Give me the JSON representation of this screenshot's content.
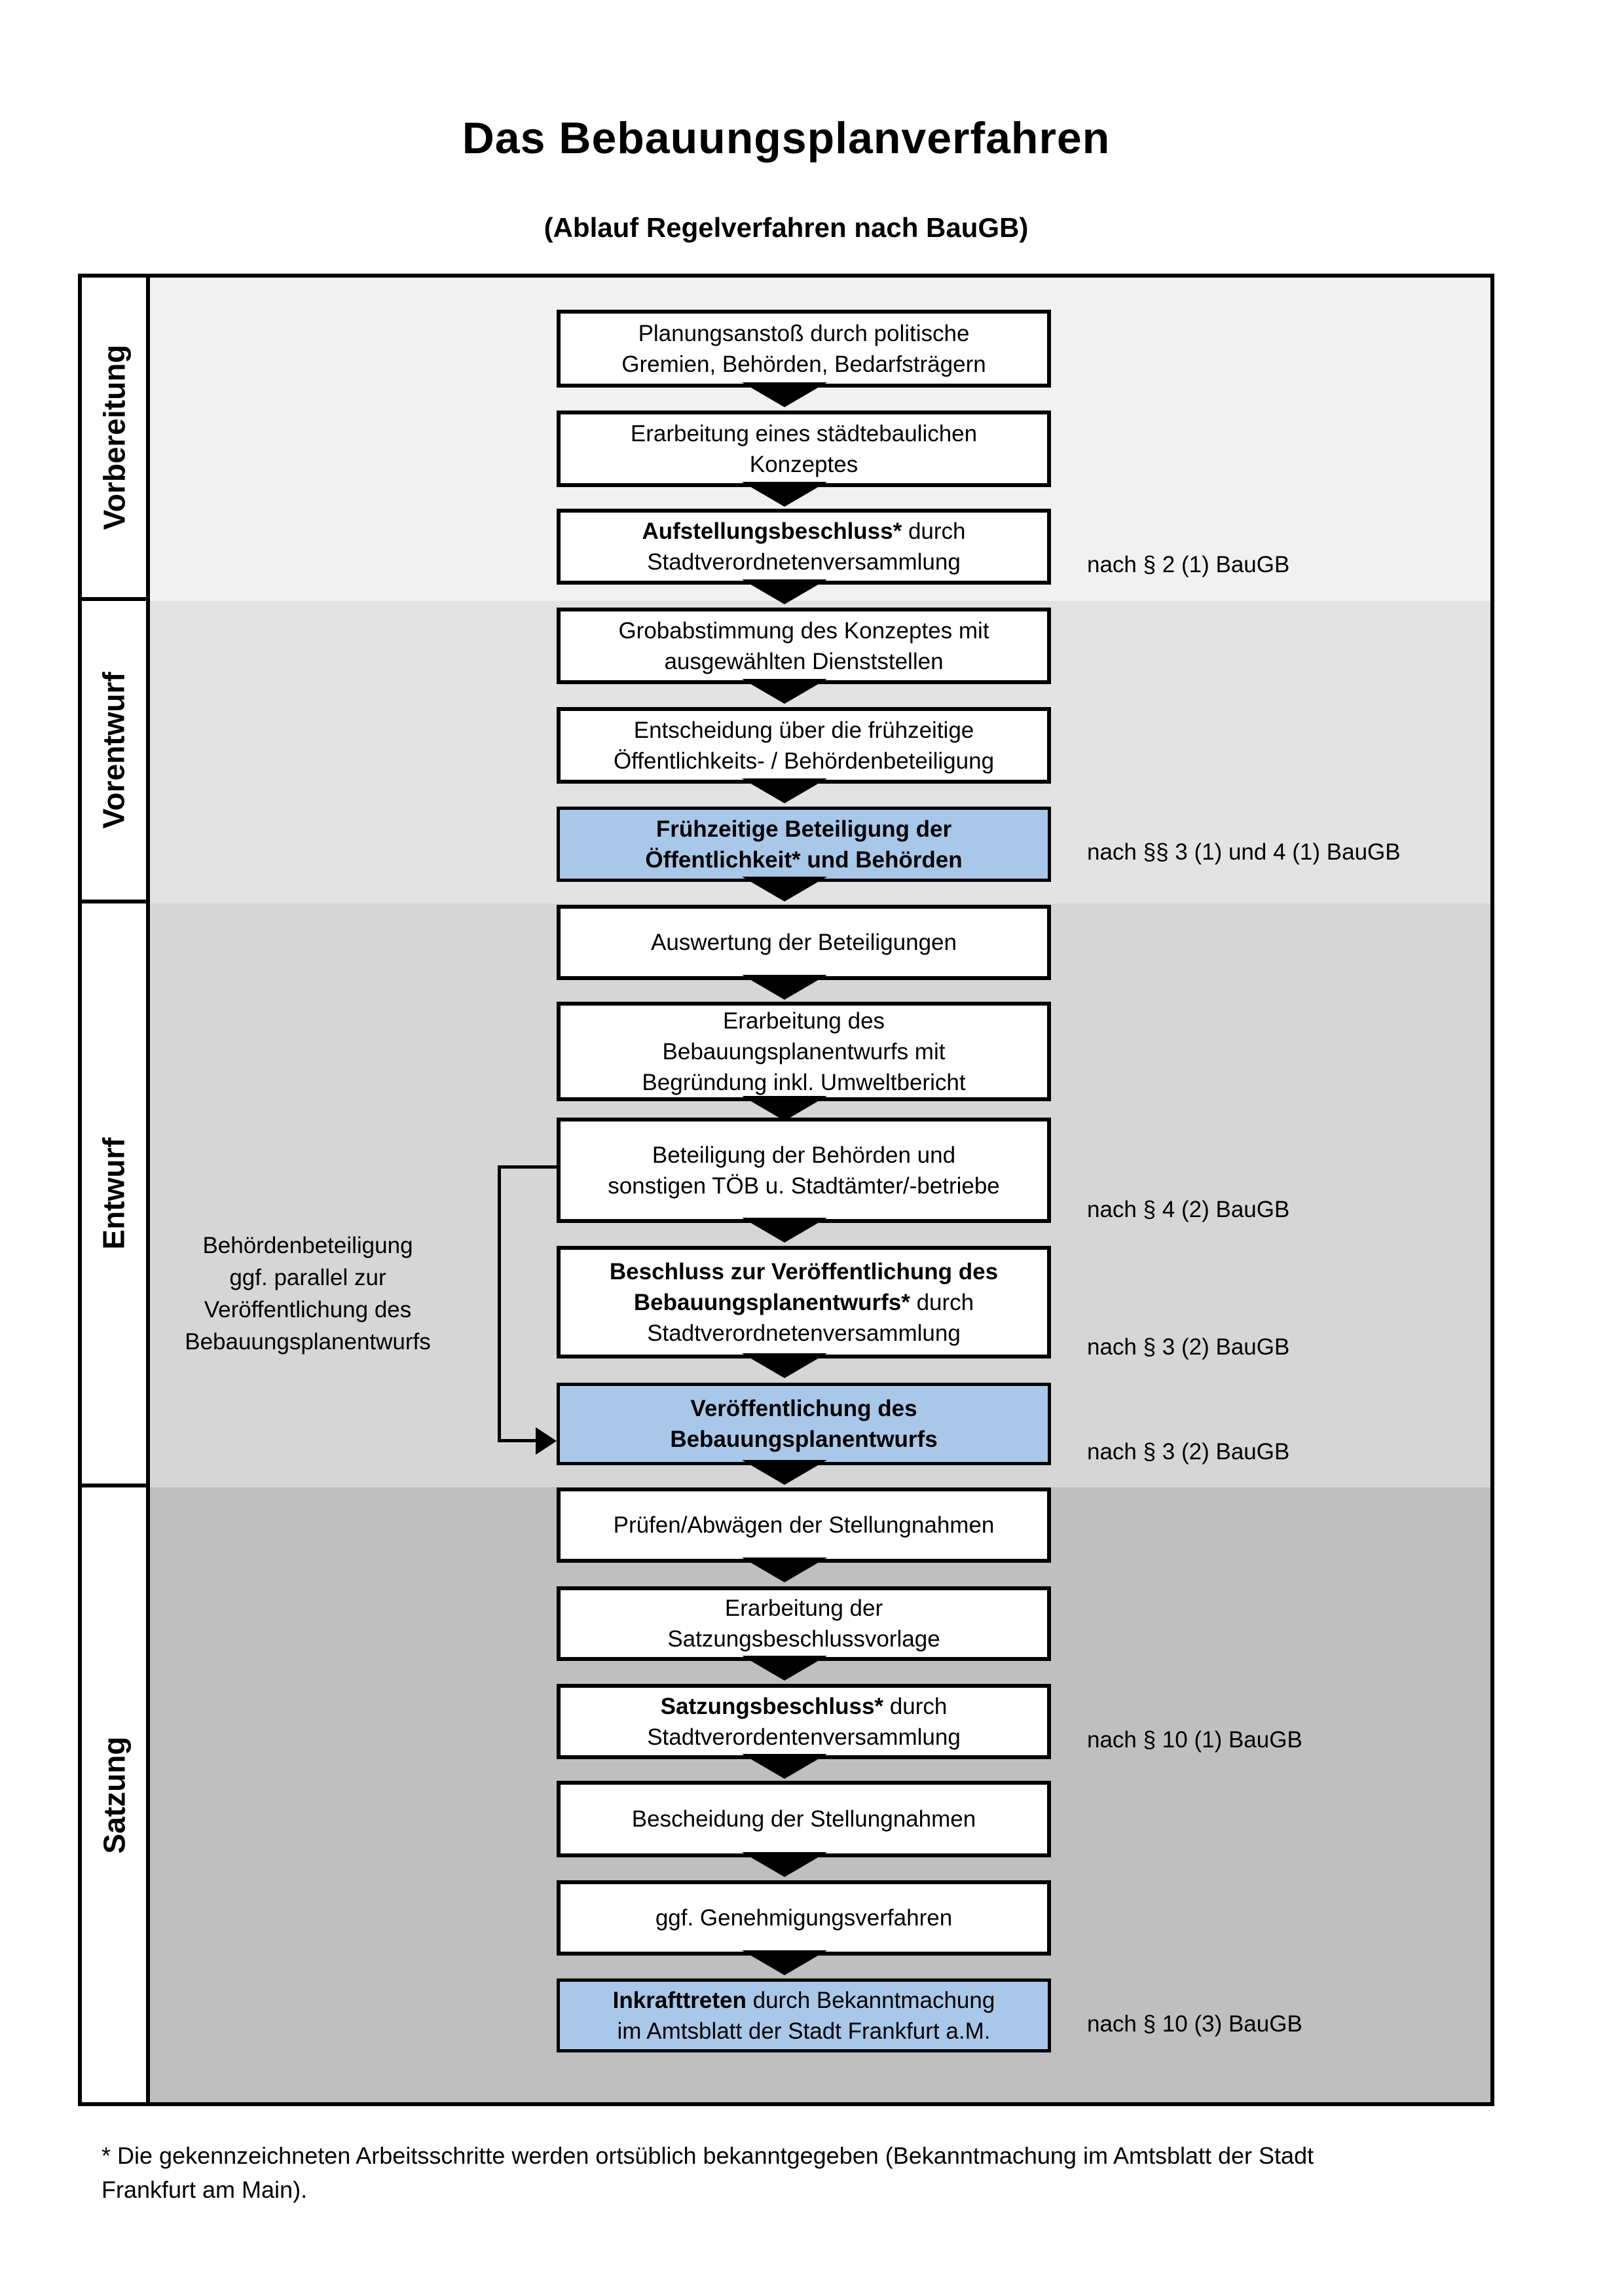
{
  "header": {
    "title": "Das Bebauungsplanverfahren",
    "subtitle": "(Ablauf Regelverfahren nach BauGB)"
  },
  "sections": [
    {
      "label": "Vorbereitung"
    },
    {
      "label": "Vorentwurf"
    },
    {
      "label": "Entwurf"
    },
    {
      "label": "Satzung"
    }
  ],
  "boxes": [
    {
      "section": "Vorbereitung",
      "highlighted": false,
      "lines": [
        {
          "b": "",
          "r": "Planungsanstoß durch politische"
        },
        {
          "b": "",
          "r": "Gremien, Behörden, Bedarfsträgern"
        }
      ]
    },
    {
      "section": "Vorbereitung",
      "highlighted": false,
      "lines": [
        {
          "b": "",
          "r": "Erarbeitung eines städtebaulichen"
        },
        {
          "b": "",
          "r": "Konzeptes"
        }
      ]
    },
    {
      "section": "Vorbereitung",
      "highlighted": false,
      "lines": [
        {
          "b": "Aufstellungsbeschluss*",
          "r": " durch"
        },
        {
          "b": "",
          "r": "Stadtverordnetenversammlung"
        }
      ]
    },
    {
      "section": "Vorentwurf",
      "highlighted": false,
      "lines": [
        {
          "b": "",
          "r": "Grobabstimmung des Konzeptes mit"
        },
        {
          "b": "",
          "r": "ausgewählten Dienststellen"
        }
      ]
    },
    {
      "section": "Vorentwurf",
      "highlighted": false,
      "lines": [
        {
          "b": "",
          "r": "Entscheidung über die frühzeitige"
        },
        {
          "b": "",
          "r": "Öffentlichkeits- / Behördenbeteiligung"
        }
      ]
    },
    {
      "section": "Vorentwurf",
      "highlighted": true,
      "lines": [
        {
          "b": "Frühzeitige Beteiligung der",
          "r": ""
        },
        {
          "b": "Öffentlichkeit* und Behörden",
          "r": ""
        }
      ]
    },
    {
      "section": "Entwurf",
      "highlighted": false,
      "lines": [
        {
          "b": "",
          "r": "Auswertung der Beteiligungen"
        }
      ]
    },
    {
      "section": "Entwurf",
      "highlighted": false,
      "lines": [
        {
          "b": "",
          "r": "Erarbeitung des"
        },
        {
          "b": "",
          "r": "Bebauungsplanentwurfs mit"
        },
        {
          "b": "",
          "r": "Begründung inkl. Umweltbericht"
        }
      ]
    },
    {
      "section": "Entwurf",
      "highlighted": false,
      "lines": [
        {
          "b": "",
          "r": "Beteiligung der Behörden und"
        },
        {
          "b": "",
          "r": "sonstigen TÖB u. Stadtämter/-betriebe"
        }
      ]
    },
    {
      "section": "Entwurf",
      "highlighted": false,
      "lines": [
        {
          "b": "Beschluss zur Veröffentlichung des",
          "r": ""
        },
        {
          "b": "Bebauungsplanentwurfs*",
          "r": " durch"
        },
        {
          "b": "",
          "r": "Stadtverordnetenversammlung"
        }
      ]
    },
    {
      "section": "Entwurf",
      "highlighted": true,
      "lines": [
        {
          "b": "Veröffentlichung des",
          "r": ""
        },
        {
          "b": "Bebauungsplanentwurfs",
          "r": ""
        }
      ]
    },
    {
      "section": "Satzung",
      "highlighted": false,
      "lines": [
        {
          "b": "",
          "r": "Prüfen/Abwägen der Stellungnahmen"
        }
      ]
    },
    {
      "section": "Satzung",
      "highlighted": false,
      "lines": [
        {
          "b": "",
          "r": "Erarbeitung der"
        },
        {
          "b": "",
          "r": "Satzungsbeschlussvorlage"
        }
      ]
    },
    {
      "section": "Satzung",
      "highlighted": false,
      "lines": [
        {
          "b": "Satzungsbeschluss*",
          "r": " durch"
        },
        {
          "b": "",
          "r": "Stadtverordentenversammlung"
        }
      ]
    },
    {
      "section": "Satzung",
      "highlighted": false,
      "lines": [
        {
          "b": "",
          "r": "Bescheidung der Stellungnahmen"
        }
      ]
    },
    {
      "section": "Satzung",
      "highlighted": false,
      "lines": [
        {
          "b": "",
          "r": "ggf. Genehmigungsverfahren"
        }
      ]
    },
    {
      "section": "Satzung",
      "highlighted": true,
      "lines": [
        {
          "b": "Inkrafttreten",
          "r": " durch Bekanntmachung"
        },
        {
          "b": "",
          "r": "im Amtsblatt der Stadt Frankfurt a.M."
        }
      ]
    }
  ],
  "references": [
    {
      "text": "nach § 2 (1) BauGB"
    },
    {
      "text": "nach §§ 3 (1) und 4 (1) BauGB"
    },
    {
      "text": "nach § 4 (2) BauGB"
    },
    {
      "text": "nach § 3 (2) BauGB"
    },
    {
      "text": "nach § 3 (2) BauGB"
    },
    {
      "text": "nach § 10 (1) BauGB"
    },
    {
      "text": "nach § 10 (3) BauGB"
    }
  ],
  "side_note": {
    "lines": [
      "Behördenbeteiligung",
      "ggf. parallel zur",
      "Veröffentlichung des",
      "Bebauungsplanentwurfs"
    ]
  },
  "footnote": {
    "line1": "* Die gekennzeichneten Arbeitsschritte werden ortsüblich bekanntgegeben (Bekanntmachung im Amtsblatt  der Stadt",
    "line2": "Frankfurt am Main)."
  },
  "colors": {
    "section_vorbereitung_bg": "#f1f1f1",
    "section_vorentwurf_bg": "#e3e3e3",
    "section_entwurf_bg": "#d6d6d6",
    "section_satzung_bg": "#bfbfbf",
    "highlight_box_bg": "#a9c7e8",
    "box_border": "#000000"
  }
}
